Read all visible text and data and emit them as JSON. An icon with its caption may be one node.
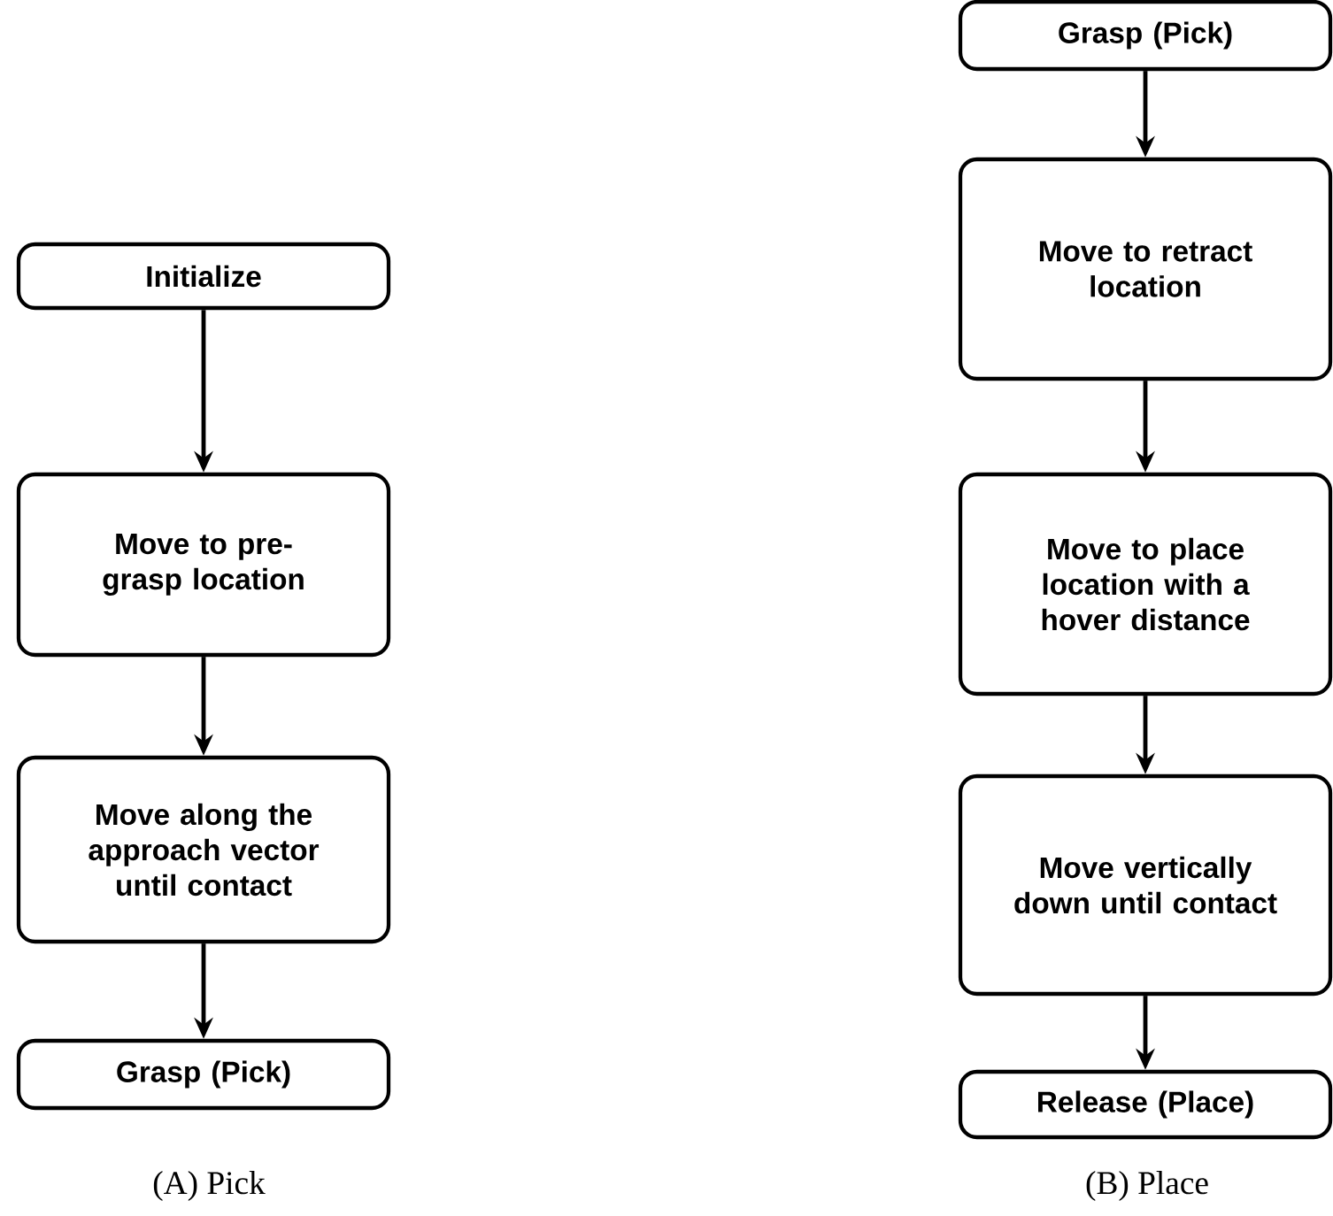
{
  "diagram": {
    "nodes": [
      {
        "text": [
          "Initialize"
        ]
      },
      {
        "text": [
          "Move to pre-grasp location"
        ]
      },
      {
        "text": [
          "Move along the approach vector until contact"
        ]
      },
      {
        "text": [
          "Grasp (Pick)"
        ]
      },
      {
        "text": [
          "Grasp (Pick)"
        ]
      },
      {
        "text": [
          "Move to retract location"
        ]
      },
      {
        "text": [
          "Move to place location with a hover distance"
        ]
      },
      {
        "text": [
          "Move vertically down until contact"
        ]
      },
      {
        "text": [
          "Release (Place)"
        ]
      }
    ],
    "edges": [
      {
        "from": 0,
        "to": 1,
        "arrow": "to"
      },
      {
        "from": 1,
        "to": 2,
        "arrow": "to"
      },
      {
        "from": 2,
        "to": 3,
        "arrow": "to"
      },
      {
        "from": 4,
        "to": 5,
        "arrow": "to"
      },
      {
        "from": 5,
        "to": 6,
        "arrow": "to"
      },
      {
        "from": 6,
        "to": 7,
        "arrow": "to"
      },
      {
        "from": 7,
        "to": 8,
        "arrow": "to"
      }
    ],
    "labels": [
      "(A) Pick",
      "(B) Place"
    ]
  }
}
